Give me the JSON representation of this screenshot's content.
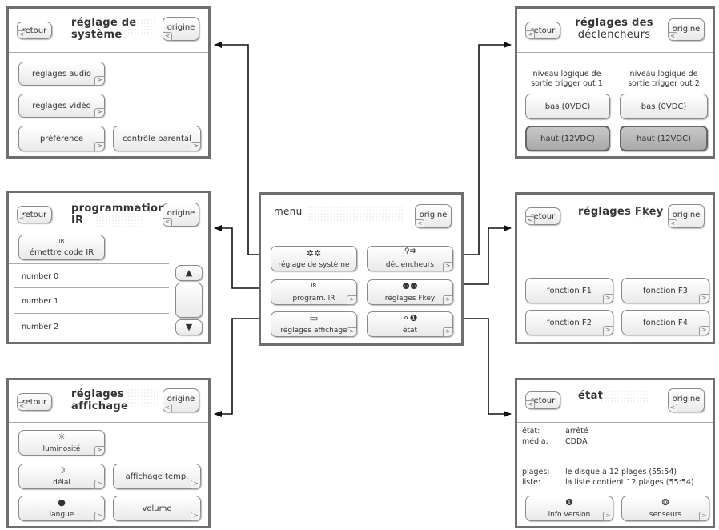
{
  "common": {
    "retour": "retour",
    "origine": "origine",
    "arrow_right": ">",
    "arrow_left": "<"
  },
  "systeme": {
    "title_line1": "réglage de",
    "title_line2": "système",
    "buttons": [
      "réglages audio",
      "réglages vidéo",
      "préférence",
      "contrôle parental"
    ]
  },
  "declencheurs": {
    "title_line1": "réglages des",
    "title_line2": "déclencheurs",
    "col1_line1": "niveau logique de",
    "col1_line2": "sortie trigger out 1",
    "col2_line1": "niveau logique de",
    "col2_line2": "sortie trigger out 2",
    "bas": "bas (0VDC)",
    "haut": "haut (12VDC)"
  },
  "ir": {
    "title_line1": "programmation",
    "title_line2": "IR",
    "emit_icon": "IR",
    "emit_label": "émettre code IR",
    "items": [
      "number 0",
      "number 1",
      "number 2"
    ],
    "up": "▲",
    "down": "▼"
  },
  "menu": {
    "title": "menu",
    "items": [
      {
        "label": "réglage de système",
        "icon": "gear-icon"
      },
      {
        "label": "déclencheurs",
        "icon": "trigger-icon"
      },
      {
        "label": "program. IR",
        "icon": "ir-icon",
        "glyph": "IR"
      },
      {
        "label": "réglages Fkey",
        "icon": "fkey-icon"
      },
      {
        "label": "réglages affichage",
        "icon": "display-icon"
      },
      {
        "label": "état",
        "icon": "status-icon"
      }
    ]
  },
  "fkey": {
    "title": "réglages Fkey",
    "buttons": [
      "fonction F1",
      "fonction F3",
      "fonction F2",
      "fonction F4"
    ]
  },
  "affichage": {
    "title_line1": "réglages",
    "title_line2": "affichage",
    "buttons": [
      "luminosité",
      "délai",
      "affichage temp.",
      "langue",
      "volume"
    ]
  },
  "etat": {
    "title": "état",
    "rows": [
      {
        "k": "état:",
        "v": "arrêté"
      },
      {
        "k": "média:",
        "v": "CDDA"
      },
      {
        "k": "plages:",
        "v": "le disque a 12 plages (55:54)"
      },
      {
        "k": "liste:",
        "v": "la liste contient 12 plages (55:54)"
      }
    ],
    "buttons": [
      "info version",
      "senseurs"
    ]
  }
}
